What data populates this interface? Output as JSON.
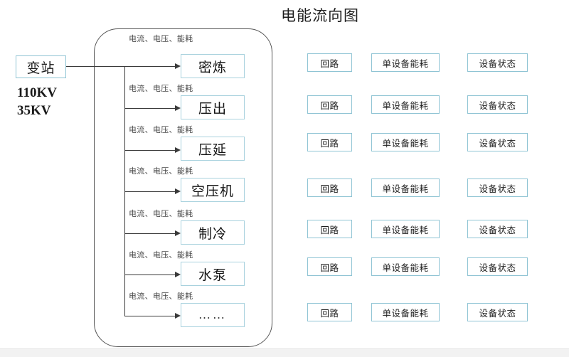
{
  "page": {
    "title": "电能流向图",
    "background_color": "#ffffff",
    "footer_band_color": "#f2f2f2"
  },
  "colors": {
    "box_border": "#8fc4d4",
    "process_box_border": "#a9d2de",
    "group_border": "#555555",
    "connector": "#3a3a3a",
    "text": "#1a1a1a",
    "label_text": "#4a4a4a"
  },
  "source": {
    "label": "变站",
    "voltage_levels": [
      "110KV",
      "35KV"
    ]
  },
  "flow_label_text": "电流、电压、能耗",
  "processes": [
    {
      "label": "密炼",
      "flow_label": "电流、电压、能耗"
    },
    {
      "label": "压出",
      "flow_label": "电流、电压、能耗"
    },
    {
      "label": "压延",
      "flow_label": "电流、电压、能耗"
    },
    {
      "label": "空压机",
      "flow_label": "电流、电压、能耗"
    },
    {
      "label": "制冷",
      "flow_label": "电流、电压、能耗"
    },
    {
      "label": "水泵",
      "flow_label": "电流、电压、能耗"
    },
    {
      "label": "……",
      "flow_label": "电流、电压、能耗"
    }
  ],
  "tag_grid": {
    "columns": [
      "回路",
      "单设备能耗",
      "设备状态"
    ],
    "rows": [
      {
        "circuit": "回路",
        "device_energy": "单设备能耗",
        "device_status": "设备状态"
      },
      {
        "circuit": "回路",
        "device_energy": "单设备能耗",
        "device_status": "设备状态"
      },
      {
        "circuit": "回路",
        "device_energy": "单设备能耗",
        "device_status": "设备状态"
      },
      {
        "circuit": "回路",
        "device_energy": "单设备能耗",
        "device_status": "设备状态"
      },
      {
        "circuit": "回路",
        "device_energy": "单设备能耗",
        "device_status": "设备状态"
      },
      {
        "circuit": "回路",
        "device_energy": "单设备能耗",
        "device_status": "设备状态"
      },
      {
        "circuit": "回路",
        "device_energy": "单设备能耗",
        "device_status": "设备状态"
      }
    ]
  },
  "geometry": {
    "process_box_tops": [
      76,
      134,
      192,
      250,
      310,
      368,
      426
    ],
    "flow_label_tops": [
      48,
      118,
      176,
      234,
      294,
      352,
      410
    ],
    "branch_tops": [
      93,
      152,
      211,
      269,
      328,
      386,
      444
    ],
    "tag_row_tops": [
      75,
      134,
      187,
      251,
      309,
      362,
      426
    ]
  }
}
